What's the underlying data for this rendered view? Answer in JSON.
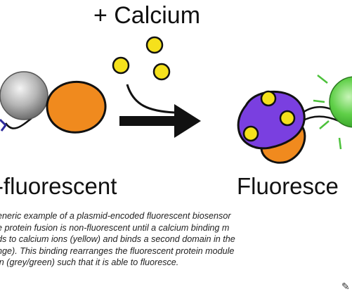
{
  "header": {
    "label": "+ Calcium"
  },
  "states": {
    "left_label": "-fluorescent",
    "right_label": "Fluoresce"
  },
  "caption": {
    "lines": [
      "eneric example of a plasmid-encoded fluorescent biosensor",
      "e protein fusion is non-fluorescent until a calcium binding m",
      "ds to calcium ions (yellow) and binds a second domain in the",
      "nge). This binding rearranges the fluorescent protein module",
      "in (grey/green) such that it is able to fluoresce."
    ]
  },
  "colors": {
    "calcium": "#f5e11c",
    "binding_domain": "#f08a1e",
    "calcium_binding_domain": "#7a3fe0",
    "fluorescent_off": "#a9a9a9",
    "fluorescent_on": "#4cc13a",
    "stroke": "#111111"
  },
  "icons": [
    "arrow-right-icon",
    "pencil-icon"
  ]
}
